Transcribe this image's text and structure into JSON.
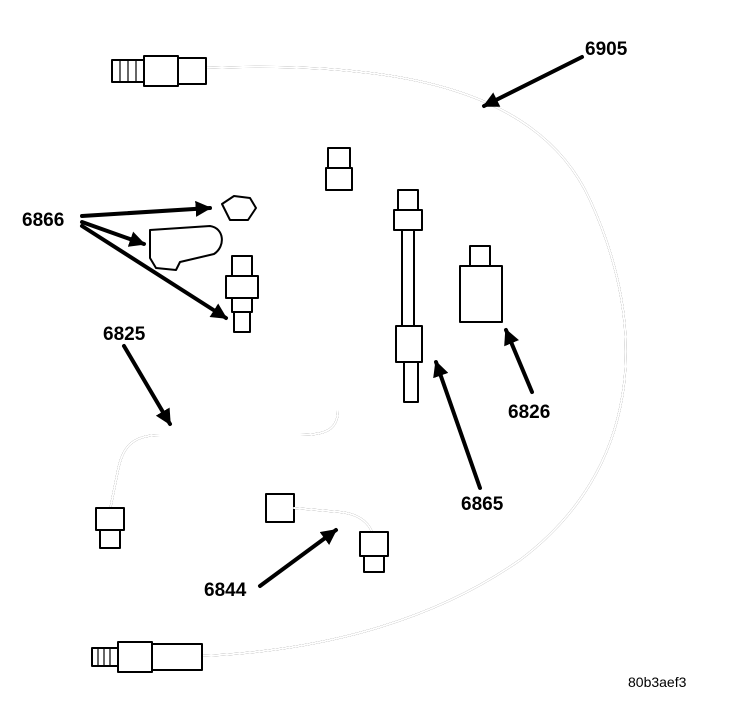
{
  "diagram": {
    "callouts": [
      {
        "id": "6905",
        "label": "6905"
      },
      {
        "id": "6866",
        "label": "6866"
      },
      {
        "id": "6825",
        "label": "6825"
      },
      {
        "id": "6826",
        "label": "6826"
      },
      {
        "id": "6865",
        "label": "6865"
      },
      {
        "id": "6844",
        "label": "6844"
      }
    ],
    "figure_code": "80b3aef3",
    "colors": {
      "ink": "#000000",
      "paper": "#ffffff"
    }
  }
}
